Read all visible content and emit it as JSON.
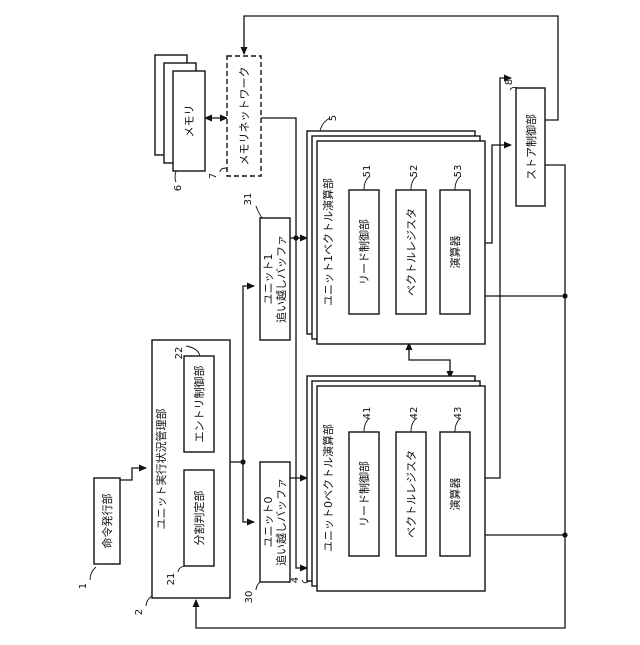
{
  "diagram": {
    "blocks": {
      "instruction_issue": {
        "label": "命令発行部",
        "ref": "1"
      },
      "unit_status_manager": {
        "label": "ユニット実行状況管理部",
        "ref": "2"
      },
      "split_judgment": {
        "label": "分割判定部",
        "ref": "21"
      },
      "entry_control": {
        "label": "エントリ制御部",
        "ref": "22"
      },
      "buffer0": {
        "label_line1": "ユニット0",
        "label_line2": "追い越しバッファ",
        "ref": "30"
      },
      "buffer1": {
        "label_line1": "ユニット1",
        "label_line2": "追い越しバッファ",
        "ref": "31"
      },
      "unit0_vector": {
        "label": "ユニット0ベクトル演算部",
        "ref": "4"
      },
      "read_ctrl0": {
        "label": "リード制御部",
        "ref": "41"
      },
      "vreg0": {
        "label": "ベクトルレジスタ",
        "ref": "42"
      },
      "alu0": {
        "label": "演算器",
        "ref": "43"
      },
      "unit1_vector": {
        "label": "ユニット1ベクトル演算部",
        "ref": "5"
      },
      "read_ctrl1": {
        "label": "リード制御部",
        "ref": "51"
      },
      "vreg1": {
        "label": "ベクトルレジスタ",
        "ref": "52"
      },
      "alu1": {
        "label": "演算器",
        "ref": "53"
      },
      "memory": {
        "label": "メモリ",
        "ref": "6"
      },
      "memory_network": {
        "label": "メモリネットワーク",
        "ref": "7"
      },
      "store_control": {
        "label": "ストア制御部",
        "ref": "8"
      }
    }
  }
}
